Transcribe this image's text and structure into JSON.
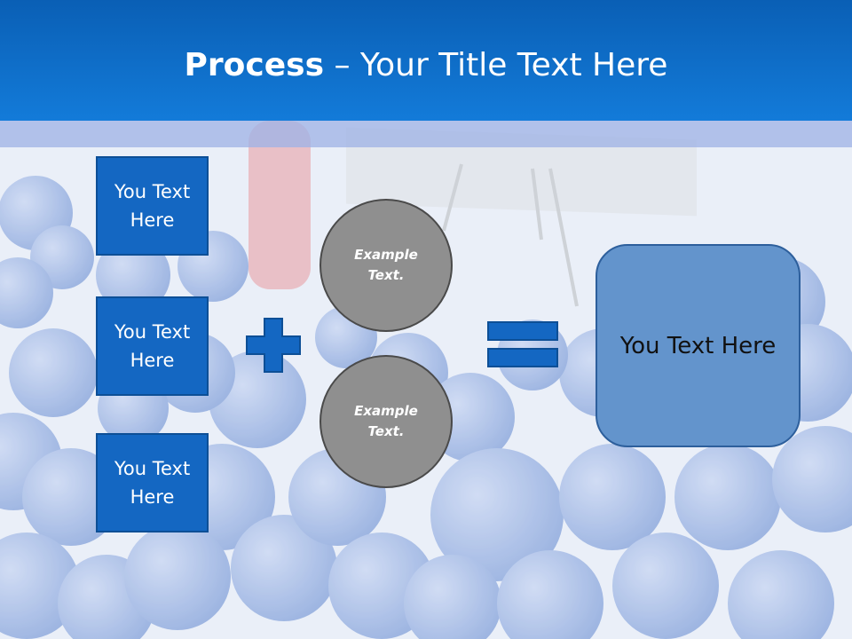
{
  "title": {
    "bold": "Process",
    "rest": " – Your Title Text Here"
  },
  "inputs": [
    {
      "label": "You Text Here"
    },
    {
      "label": "You Text Here"
    },
    {
      "label": "You Text Here"
    }
  ],
  "operands": [
    {
      "label": "Example Text."
    },
    {
      "label": "Example Text."
    }
  ],
  "operators": {
    "plus": "plus-icon",
    "equals": "equals-icon"
  },
  "result": {
    "label": "You Text Here"
  },
  "colors": {
    "title_bar": "#1270d0",
    "box_fill": "#1467c2",
    "circle_fill": "#8f8f8f",
    "result_fill": "#6394cc",
    "operator": "#1467c2"
  }
}
